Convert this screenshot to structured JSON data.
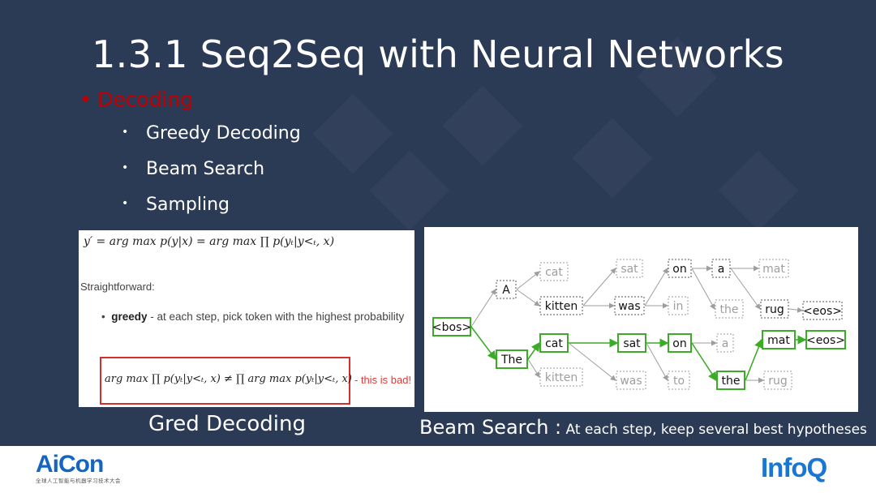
{
  "slide": {
    "title": "1.3.1 Seq2Seq with Neural Networks",
    "bullet_main": "Decoding",
    "sub_bullets": [
      "Greedy Decoding",
      "Beam Search",
      "Sampling"
    ],
    "bullet_glyph": "•"
  },
  "greedy_panel": {
    "equation_top": "y′ = arg max p(y|x) = arg max ∏ p(yₜ|y<ₜ, x)",
    "straightforward": "Straightforward:",
    "greedy_term": "greedy",
    "greedy_desc": " - at each step, pick token with the highest probability",
    "inequality": "arg max ∏ p(yₜ|y<ₜ, x) ≠ ∏ arg max p(yₜ|y<ₜ, x)",
    "bad_note": "- this is bad!"
  },
  "beam_panel": {
    "nodes": {
      "bos": "<bos>",
      "A": "A",
      "The": "The",
      "cat1": "cat",
      "kitten1": "kitten",
      "cat2": "cat",
      "kitten2": "kitten",
      "sat1": "sat",
      "was1": "was",
      "sat2": "sat",
      "was2": "was",
      "on1": "on",
      "in1": "in",
      "on2": "on",
      "to1": "to",
      "a1": "a",
      "the1": "the",
      "a2": "a",
      "the2": "the",
      "mat1": "mat",
      "rug1": "rug",
      "mat2": "mat",
      "rug2": "rug",
      "eos1": "<eos>",
      "eos2": "<eos>"
    },
    "colors": {
      "best": "#3cab27",
      "kept": "#111111",
      "pruned": "#9e9e9e"
    }
  },
  "captions": {
    "left": "Gred Decoding",
    "right_main": "Beam Search :",
    "right_small": " At each step, keep several best hypotheses"
  },
  "footer": {
    "aicon": "AiCon",
    "aicon_sub": "全球人工智能与机器学习技术大会",
    "infoq": "InfoQ"
  }
}
